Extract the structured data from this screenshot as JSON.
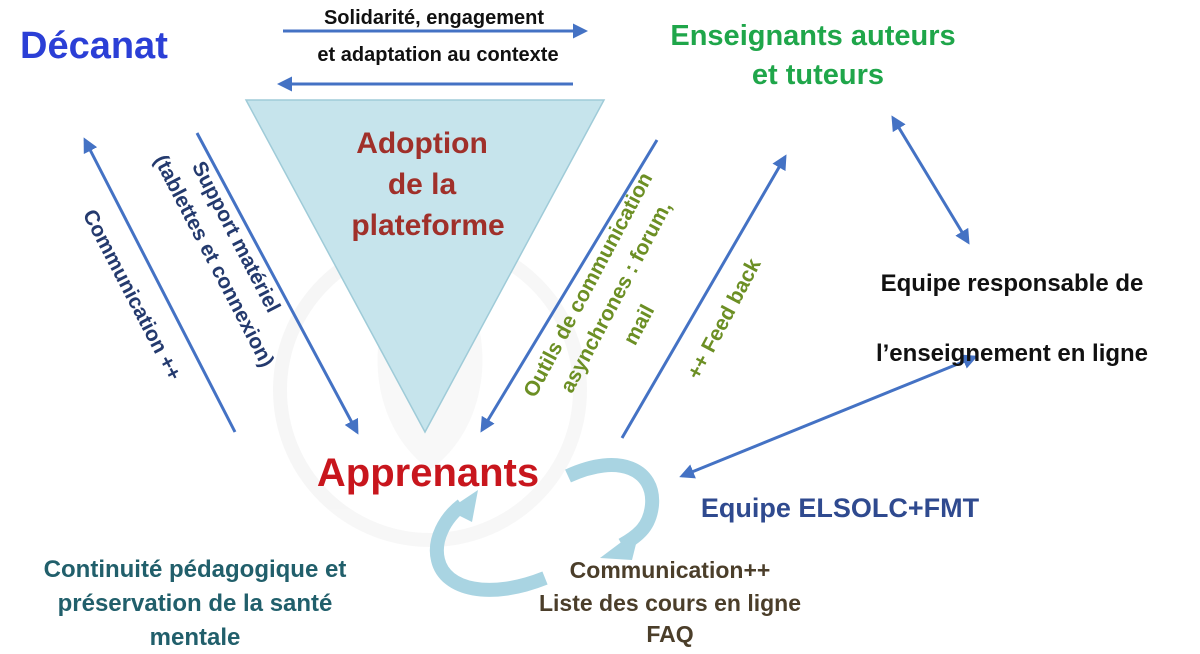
{
  "colors": {
    "decanat": "#2b3fd6",
    "enseignants": "#1fa64a",
    "adoption": "#a0302a",
    "apprenants": "#c8161d",
    "navy": "#243a6e",
    "olive": "#6c8f24",
    "teal": "#215f6b",
    "brown": "#4b3e2a",
    "arrow": "#4472c4",
    "triangle_fill": "#c6e4ec",
    "cycle_arrow": "#a9d4e2",
    "equipe_elsolc": "#2f4a8f"
  },
  "nodes": {
    "decanat": "Décanat",
    "enseignants_line1": "Enseignants auteurs",
    "enseignants_line2": "et tuteurs",
    "adoption_line1": "Adoption",
    "adoption_line2": "de la",
    "adoption_line3": "plateforme",
    "apprenants": "Apprenants",
    "equipe_responsable_line1": "Equipe responsable de",
    "equipe_responsable_line2": "l’enseignement en ligne",
    "equipe_elsolc": "Equipe ELSOLC+FMT",
    "continuite_line1": "Continuité pédagogique et",
    "continuite_line2": "préservation de la santé",
    "continuite_line3": "mentale",
    "bottom_line1": "Communication++",
    "bottom_line2": "Liste des cours en ligne",
    "bottom_line3": "FAQ"
  },
  "edge_labels": {
    "solidarite_line1": "Solidarité, engagement",
    "solidarite_line2": "et adaptation au contexte",
    "support_line1": "Support matériel",
    "support_line2": "(tablettes et connexion)",
    "communication": "Communication ++",
    "outils_line1": "Outils de communication",
    "outils_line2": "asynchrones : forum,",
    "outils_line3": "mail",
    "feedback": "++ Feed back"
  }
}
